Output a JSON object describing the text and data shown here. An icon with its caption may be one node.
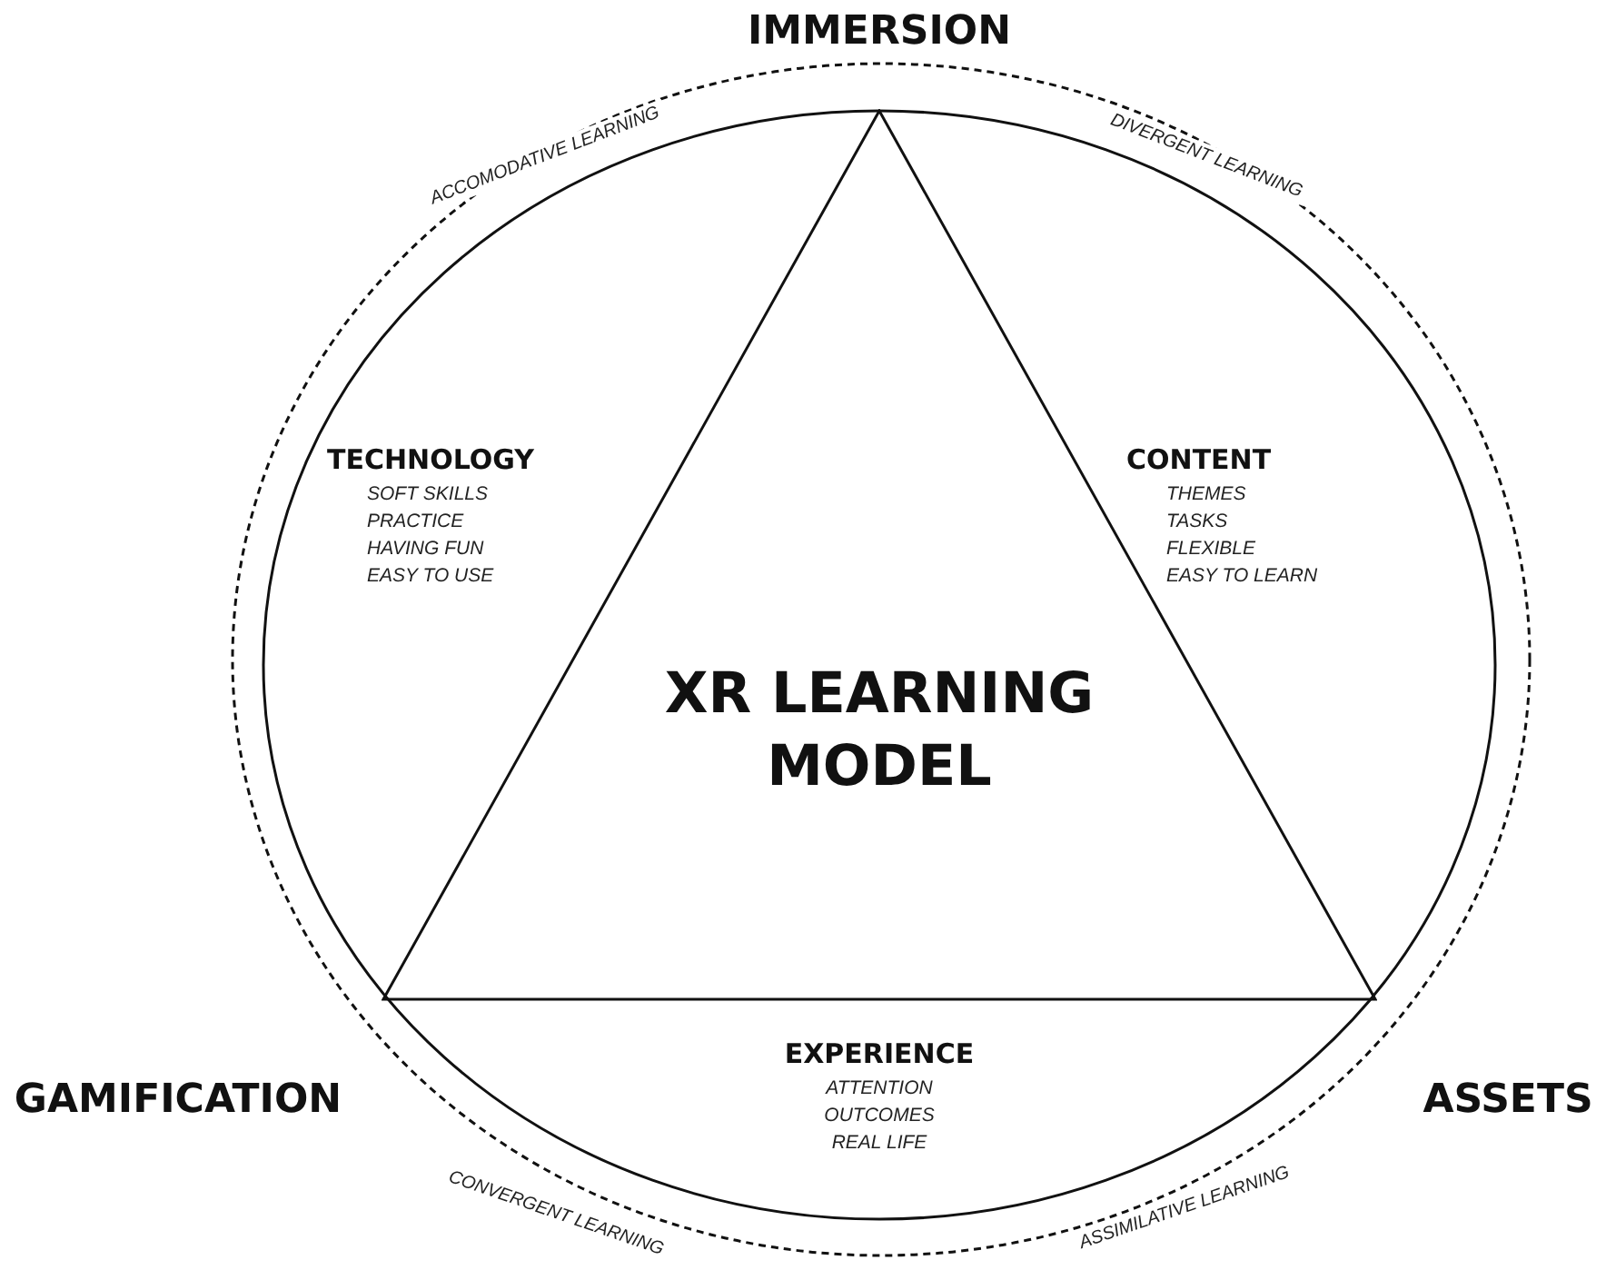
{
  "diagram": {
    "nodes": [
      {
        "text": [],
        "shape": "circle"
      },
      {
        "text": [
          "XR LEARNING MODEL"
        ],
        "in": 0
      },
      {
        "text": [
          "TECHNOLOGY",
          "SOFT SKILLS",
          "PRACTICE",
          "HAVING FUN",
          "EASY TO USE"
        ],
        "in": 0
      },
      {
        "text": [
          "CONTENT",
          "THEMES",
          "TASKS",
          "FLEXIBLE",
          "EASY TO LEARN"
        ],
        "in": 0
      },
      {
        "text": [
          "EXPERIENCE",
          "ATTENTION",
          "OUTCOMES",
          "REAL LIFE"
        ],
        "in": 0
      }
    ],
    "edges": [],
    "labels": [
      "IMMERSION",
      "ACCOMODATIVE LEARNING",
      "DIVERGENT LEARNING",
      "GAMIFICATION",
      "ASSETS",
      "CONVERGENT LEARNING",
      "ASSIMILATIVE LEARNING"
    ]
  }
}
